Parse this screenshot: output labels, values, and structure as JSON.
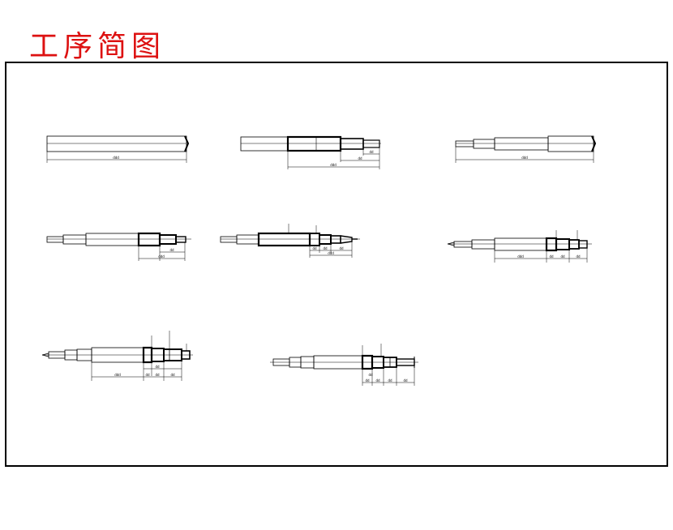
{
  "title": "工序简图",
  "colors": {
    "title": "#dd1111",
    "lines": "#000000",
    "background": "#ffffff"
  },
  "figures": [
    {
      "id": "step-1",
      "dimensions": [
        "ddd"
      ]
    },
    {
      "id": "step-2",
      "dimensions": [
        "dd",
        "dd",
        "ddd"
      ]
    },
    {
      "id": "step-3",
      "dimensions": [
        "ddd"
      ]
    },
    {
      "id": "step-4",
      "dimensions": [
        "dd",
        "ddd"
      ]
    },
    {
      "id": "step-5",
      "dimensions": [
        "dd",
        "dd",
        "dd",
        "ddd"
      ]
    },
    {
      "id": "step-6",
      "dimensions": [
        "ddd",
        "dd",
        "dd",
        "dd"
      ]
    },
    {
      "id": "step-7",
      "dimensions": [
        "ddd",
        "dd",
        "dd",
        "dd",
        "dd"
      ]
    },
    {
      "id": "step-8",
      "dimensions": [
        "dd",
        "dd",
        "dd",
        "dd",
        "dd"
      ]
    }
  ]
}
